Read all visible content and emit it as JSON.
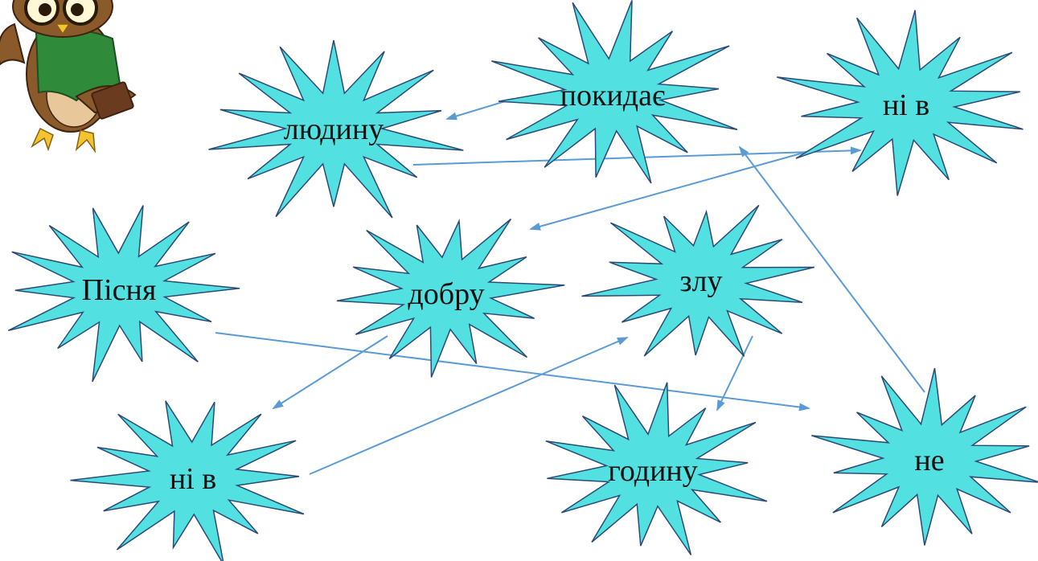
{
  "colors": {
    "burst_fill": "#53e0e0",
    "burst_stroke": "#2b4a78",
    "arrow": "#5b9bd5",
    "owl_body": "#8a5a2b",
    "owl_shirt": "#2f8a3a",
    "owl_feet": "#f2c530"
  },
  "mascot": {
    "icon": "owl-teacher-icon"
  },
  "words": {
    "lyudynu": "людину",
    "pokydaie": "покидає",
    "ni_v_top": "ні в",
    "pisnia": "Пісня",
    "dobru": "добру",
    "zlu": "злу",
    "ni_v_bottom": "ні в",
    "hodynu": "годину",
    "ne": "не"
  }
}
